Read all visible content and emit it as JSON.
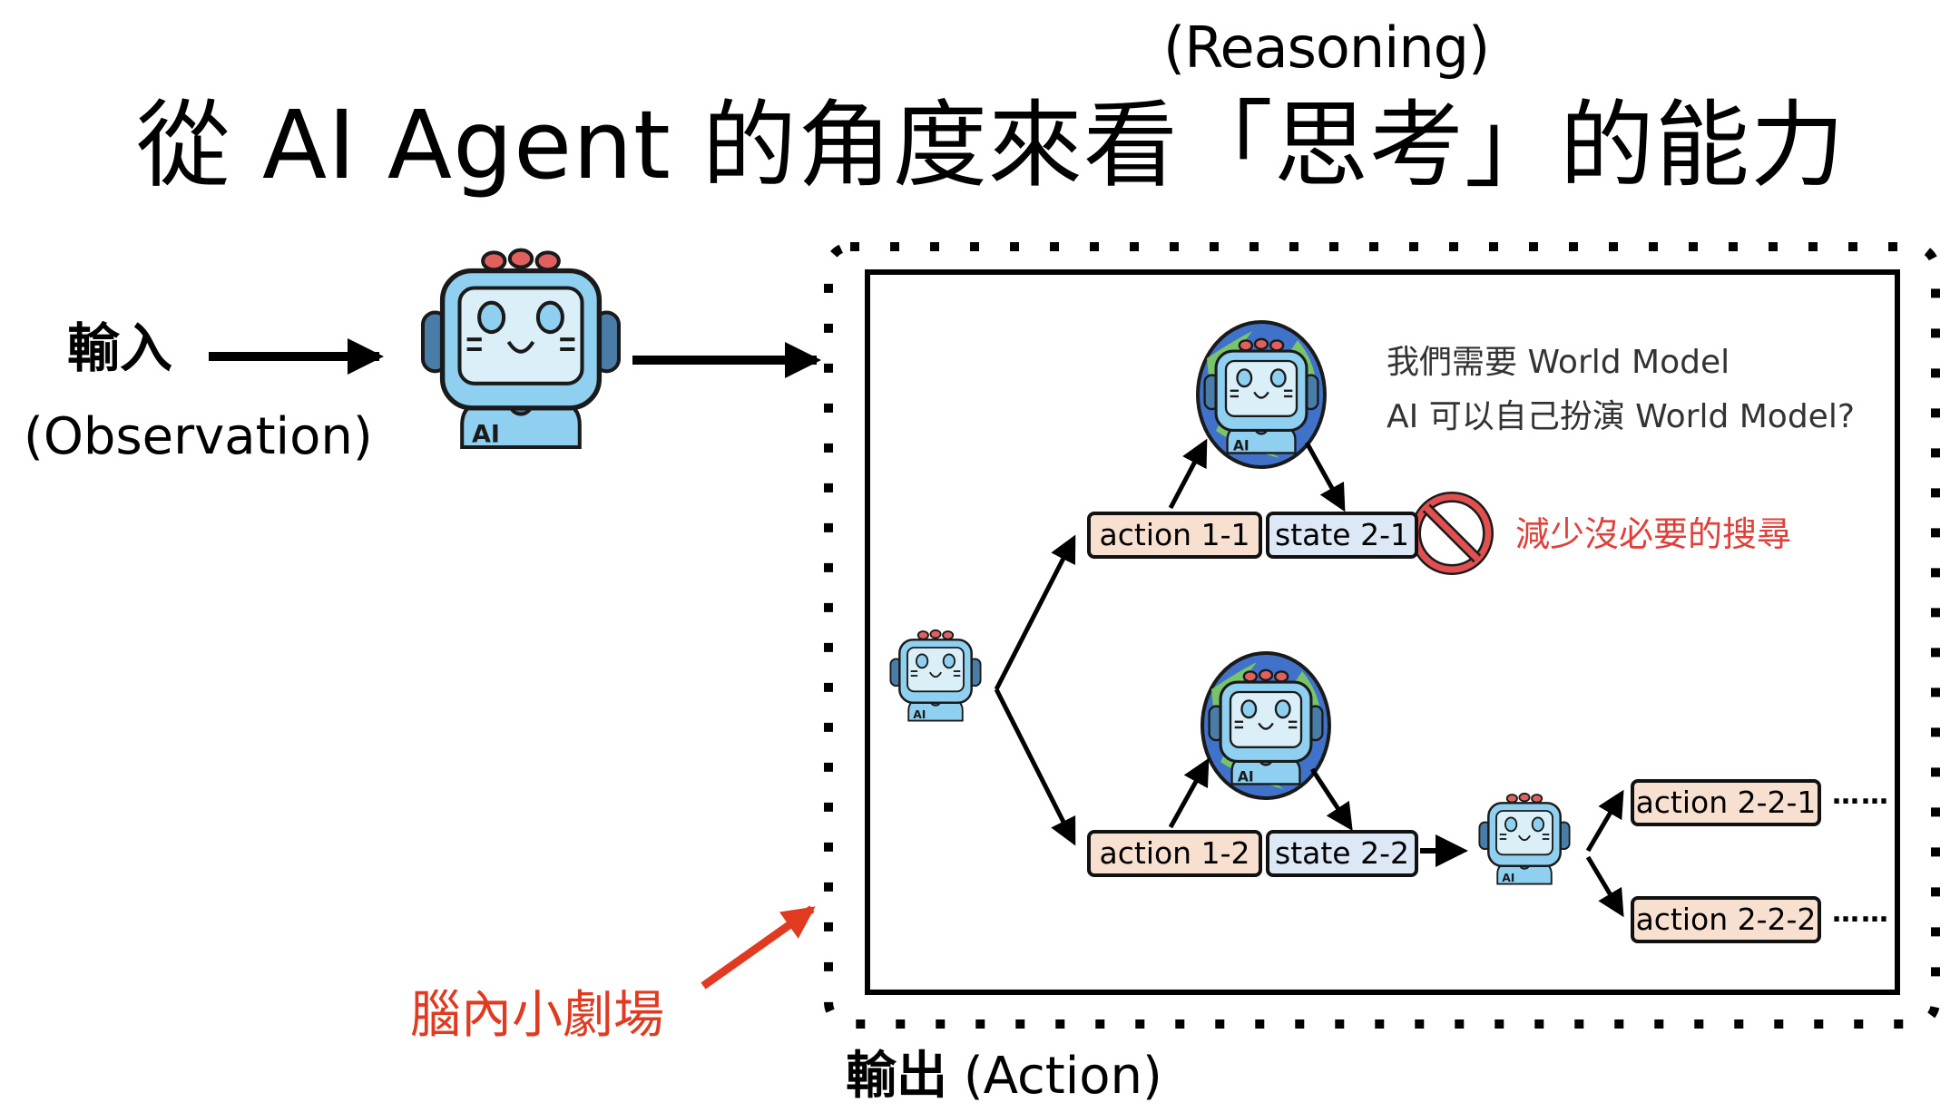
{
  "header": {
    "subtitle": "(Reasoning)",
    "title": "從 AI Agent 的角度來看「思考」的能力"
  },
  "input": {
    "label": "輸入",
    "sublabel": "(Observation)"
  },
  "output": {
    "label_zh": "輸出",
    "label_en": "(Action)"
  },
  "callout": {
    "label": "腦內小劇場",
    "color": "#e03a20"
  },
  "tree": {
    "root_icon": "robot-icon",
    "branch1": {
      "action": "action 1-1",
      "state": "state 2-1",
      "world_model_icon": "robot-globe-icon",
      "blocked_icon": "prohibited-icon",
      "blocked_note": "減少沒必要的搜尋"
    },
    "branch2": {
      "action": "action 1-2",
      "state": "state 2-2",
      "world_model_icon": "robot-globe-icon",
      "next_agent_icon": "robot-icon",
      "children": [
        {
          "action": "action 2-2-1",
          "ellipsis": "……"
        },
        {
          "action": "action 2-2-2",
          "ellipsis": "……"
        }
      ]
    },
    "notes": [
      "我們需要 World Model",
      "AI 可以自己扮演 World Model?"
    ]
  },
  "colors": {
    "action_fill": "#f8e0d0",
    "state_fill": "#dce8f5",
    "accent_red": "#e03a20",
    "robot_blue": "#8fd0f0"
  }
}
